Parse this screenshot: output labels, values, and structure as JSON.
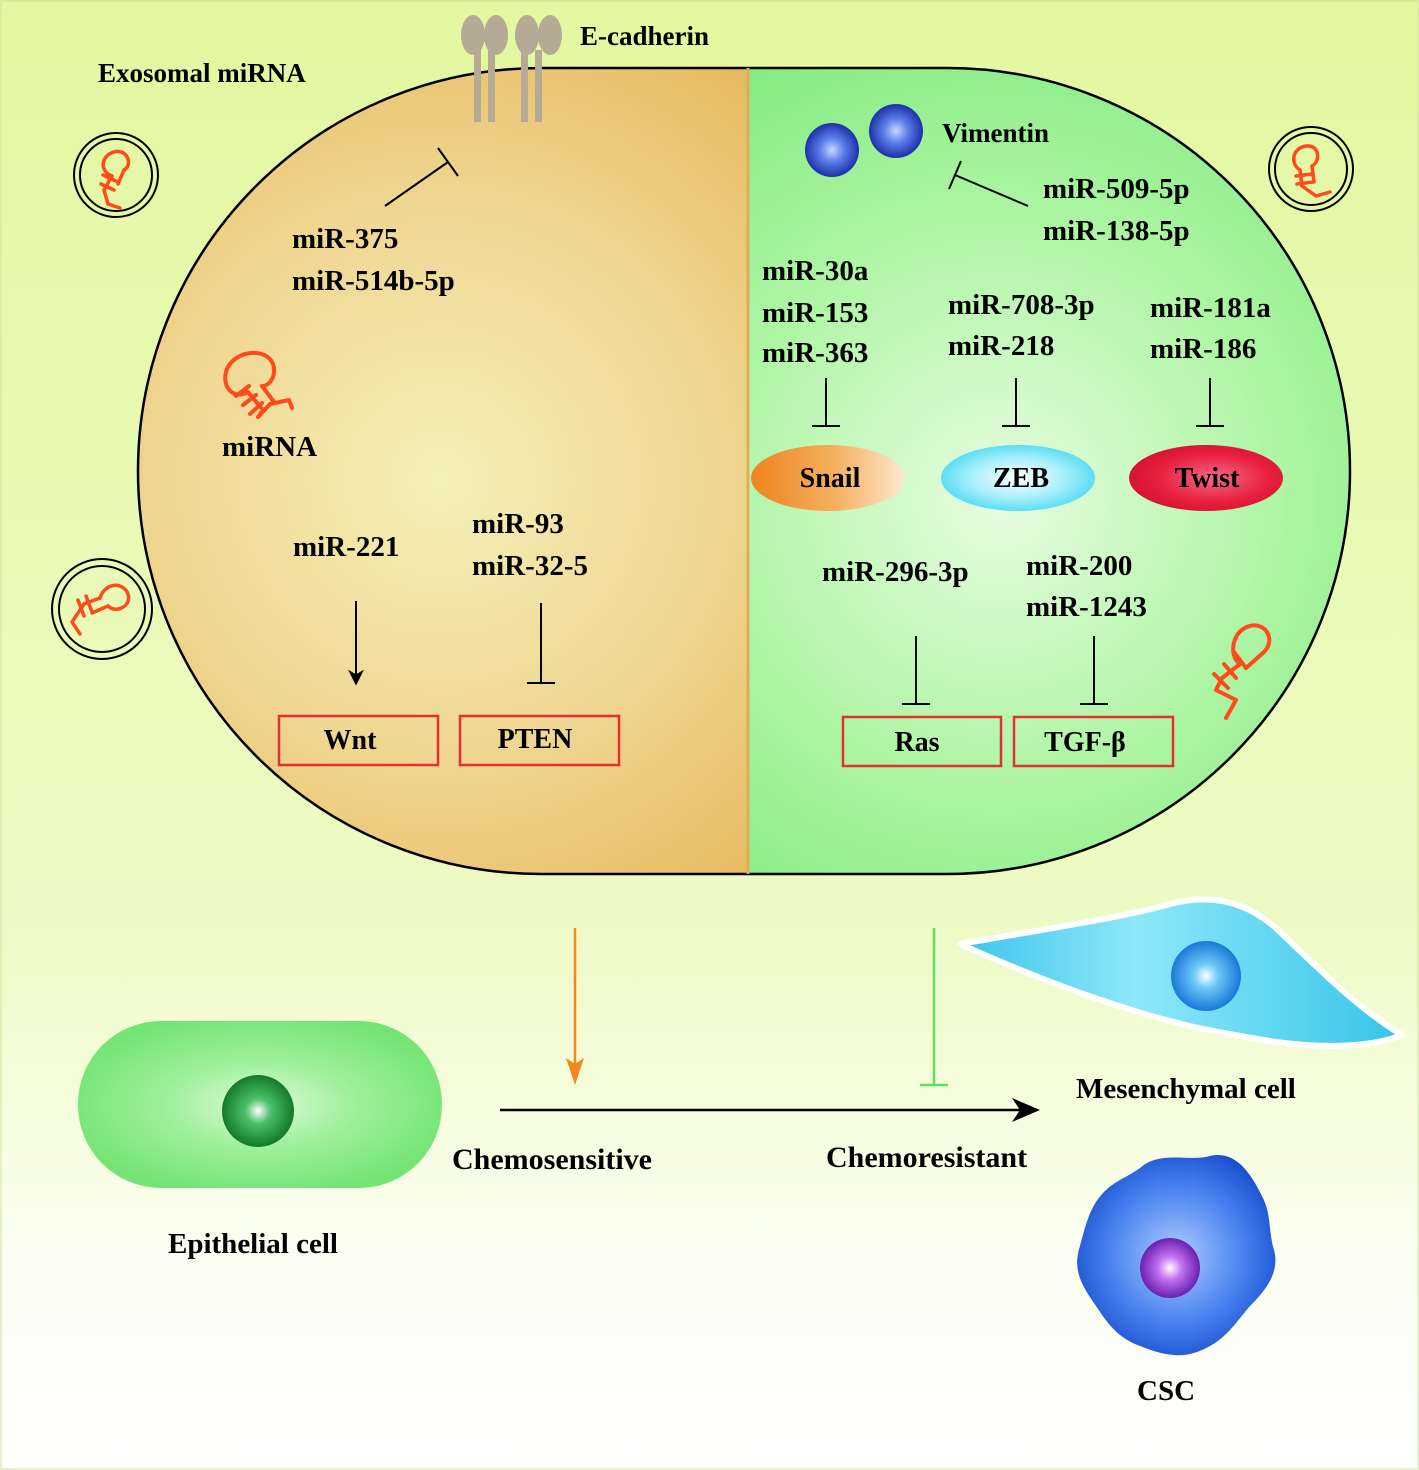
{
  "colors": {
    "background_top": "#e3f8a0",
    "background_bottom": "#ffffff",
    "cell_left_edge": "#e6b85c",
    "cell_left_center": "#f5ecb0",
    "cell_right_edge": "#7ae87c",
    "cell_right_center": "#e6fbe0",
    "target_box_border": "#e53030",
    "mirna_icon": "#ff4a1a",
    "chemosensitive_arrow": "#f08a1e",
    "chemoresistant_inhibit": "#5fe05f",
    "snail": "#f08a1e",
    "zeb": "#45d7f0",
    "twist": "#e21a3a",
    "vimentin": "#2a47c8",
    "ecadherin": "#b5aa94",
    "epithelial_cell": "#78e878",
    "mesenchymal_cell": "#38c6ea",
    "csc_cell": "#2a6ee0",
    "csc_nucleus": "#8a35c8"
  },
  "labels": {
    "exosomal_mirna": "Exosomal miRNA",
    "e_cadherin": "E-cadherin",
    "vimentin": "Vimentin",
    "mirna": "miRNA",
    "chemosensitive": "Chemosensitive",
    "chemoresistant": "Chemoresistant",
    "epithelial_cell": "Epithelial cell",
    "mesenchymal_cell": "Mesenchymal cell",
    "csc": "CSC"
  },
  "mirna_groups": {
    "ecadherin_inhibitors": [
      "miR-375",
      "miR-514b-5p"
    ],
    "vimentin_inhibitors": [
      "miR-509-5p",
      "miR-138-5p"
    ],
    "snail_inhibitors": [
      "miR-30a",
      "miR-153",
      "miR-363"
    ],
    "zeb_inhibitors": [
      "miR-708-3p",
      "miR-218"
    ],
    "twist_inhibitors": [
      "miR-181a",
      "miR-186"
    ],
    "wnt_activators": [
      "miR-221"
    ],
    "pten_inhibitors": [
      "miR-93",
      "miR-32-5"
    ],
    "ras_inhibitors": [
      "miR-296-3p"
    ],
    "tgfb_inhibitors": [
      "miR-200",
      "miR-1243"
    ]
  },
  "transcription_factors": {
    "snail": "Snail",
    "zeb": "ZEB",
    "twist": "Twist"
  },
  "targets": {
    "wnt": "Wnt",
    "pten": "PTEN",
    "ras": "Ras",
    "tgfb": "TGF-β"
  }
}
